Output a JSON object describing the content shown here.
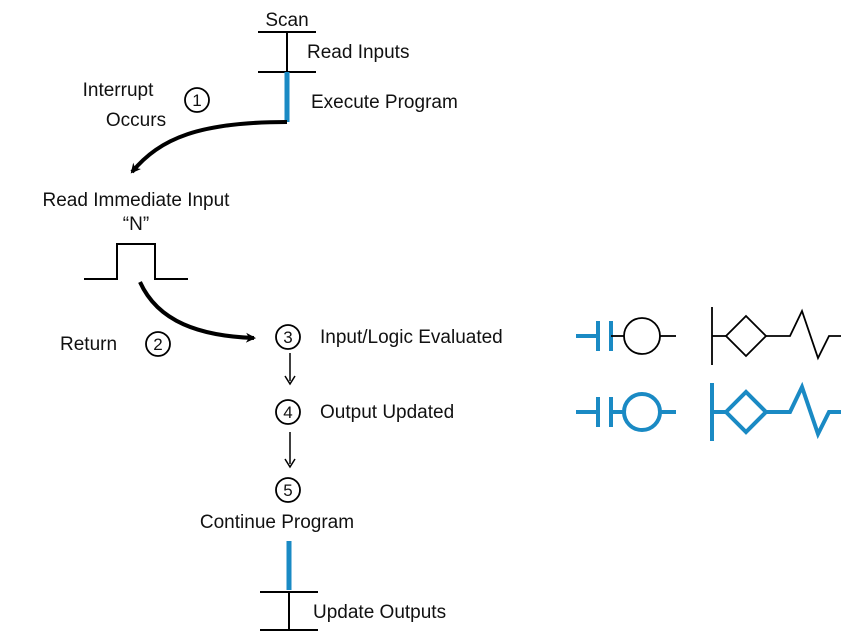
{
  "colors": {
    "accent": "#1a8ac4",
    "ink": "#000000"
  },
  "labels": {
    "scan": "Scan",
    "read_inputs": "Read Inputs",
    "interrupt_line1": "Interrupt",
    "interrupt_line2": "Occurs",
    "execute_program": "Execute Program",
    "read_immediate_input": "Read Immediate Input",
    "input_n": "“N”",
    "return": "Return",
    "input_logic_evaluated": "Input/Logic Evaluated",
    "output_updated": "Output Updated",
    "continue_program": "Continue Program",
    "update_outputs": "Update Outputs"
  },
  "steps": [
    "1",
    "2",
    "3",
    "4",
    "5"
  ]
}
